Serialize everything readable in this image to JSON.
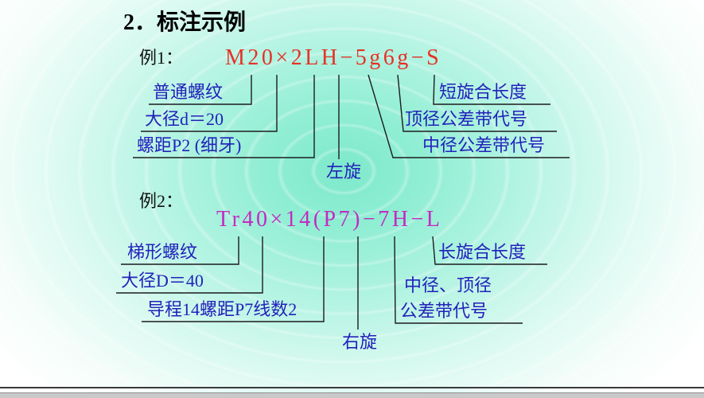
{
  "slide": {
    "title": "2．标注示例"
  },
  "ex1": {
    "label": "例1：",
    "formula": "M20×2LH−5g6g−S",
    "thread_type": "普通螺纹",
    "major_diameter": "大径d＝20",
    "pitch": "螺距P2 (细牙)",
    "hand": "左旋",
    "engagement_length": "短旋合长度",
    "crest_tolerance": "顶径公差带代号",
    "pitch_tolerance": "中径公差带代号"
  },
  "ex2": {
    "label": "例2：",
    "formula": "Tr40×14(P7)−7H−L",
    "thread_type": "梯形螺纹",
    "major_diameter": "大径D＝40",
    "lead_pitch_starts": "导程14螺距P7线数2",
    "hand": "右旋",
    "engagement_length": "长旋合长度",
    "tolerance_line1": "中径、顶径",
    "tolerance_line2": "公差带代号"
  },
  "colors": {
    "formula1_red": "#e63226",
    "formula2_magenta": "#c22bc2",
    "callout_text_blue": "#2222bb",
    "title_text": "#000000",
    "background_center": "#7ee9cb",
    "callout_line": "#1c1c1c"
  }
}
